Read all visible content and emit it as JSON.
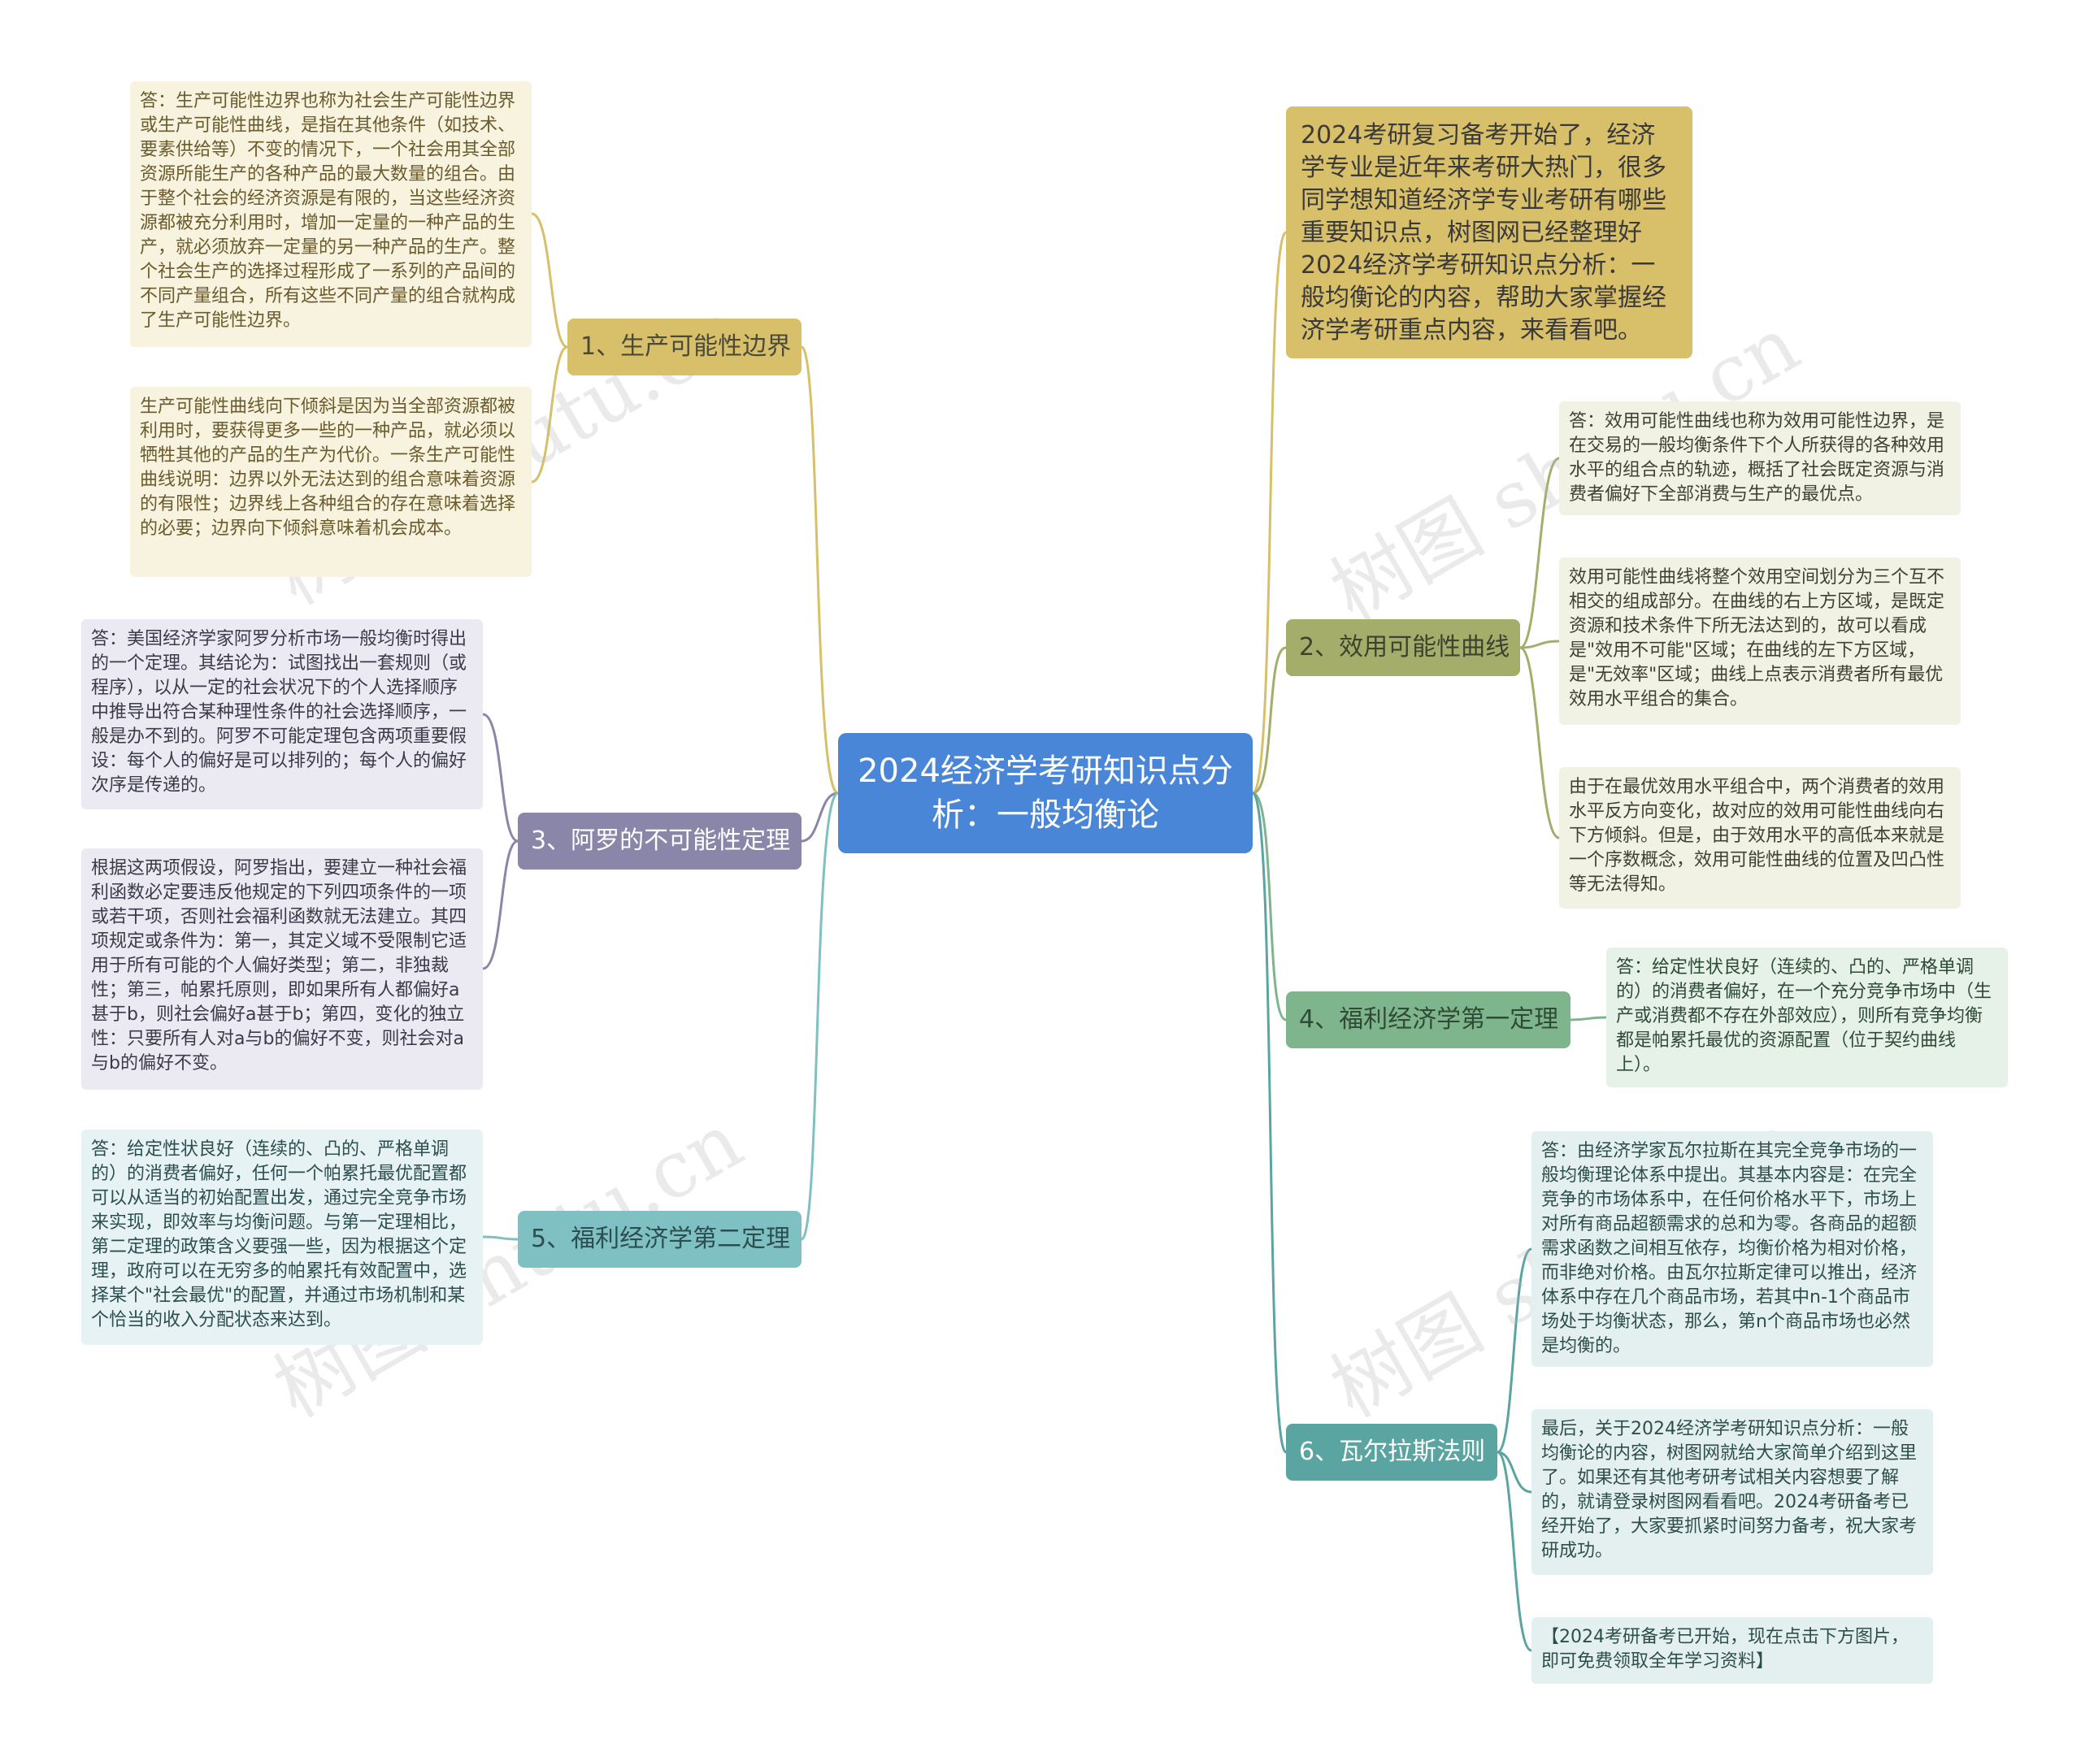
{
  "colors": {
    "root": "#4a86d8",
    "branch1": "#d8bf6a",
    "branch2": "#a5ad6a",
    "branch3": "#8a86aa",
    "branch4": "#7fb58c",
    "branch5": "#7fc0c3",
    "branch6": "#5aa5a1"
  },
  "watermark": "树图 shutu.cn",
  "root": {
    "title": "2024经济学考研知识点分析：一般均衡论"
  },
  "intro": {
    "text": "2024考研复习备考开始了，经济学专业是近年来考研大热门，很多同学想知道经济学专业考研有哪些重要知识点，树图网已经整理好2024经济学考研知识点分析：一般均衡论的内容，帮助大家掌握经济学考研重点内容，来看看吧。"
  },
  "branches": [
    {
      "label": "1、生产可能性边界",
      "leaves": [
        "答：生产可能性边界也称为社会生产可能性边界或生产可能性曲线，是指在其他条件（如技术、要素供给等）不变的情况下，一个社会用其全部资源所能生产的各种产品的最大数量的组合。由于整个社会的经济资源是有限的，当这些经济资源都被充分利用时，增加一定量的一种产品的生产，就必须放弃一定量的另一种产品的生产。整个社会生产的选择过程形成了一系列的产品间的不同产量组合，所有这些不同产量的组合就构成了生产可能性边界。",
        "生产可能性曲线向下倾斜是因为当全部资源都被利用时，要获得更多一些的一种产品，就必须以牺牲其他的产品的生产为代价。一条生产可能性曲线说明：边界以外无法达到的组合意味着资源的有限性；边界线上各种组合的存在意味着选择的必要；边界向下倾斜意味着机会成本。"
      ]
    },
    {
      "label": "2、效用可能性曲线",
      "leaves": [
        "答：效用可能性曲线也称为效用可能性边界，是在交易的一般均衡条件下个人所获得的各种效用水平的组合点的轨迹，概括了社会既定资源与消费者偏好下全部消费与生产的最优点。",
        "效用可能性曲线将整个效用空间划分为三个互不相交的组成部分。在曲线的右上方区域，是既定资源和技术条件下所无法达到的，故可以看成是\"效用不可能\"区域；在曲线的左下方区域，是\"无效率\"区域；曲线上点表示消费者所有最优效用水平组合的集合。",
        "由于在最优效用水平组合中，两个消费者的效用水平反方向变化，故对应的效用可能性曲线向右下方倾斜。但是，由于效用水平的高低本来就是一个序数概念，效用可能性曲线的位置及凹凸性等无法得知。"
      ]
    },
    {
      "label": "3、阿罗的不可能性定理",
      "leaves": [
        "答：美国经济学家阿罗分析市场一般均衡时得出的一个定理。其结论为：试图找出一套规则（或程序），以从一定的社会状况下的个人选择顺序中推导出符合某种理性条件的社会选择顺序，一般是办不到的。阿罗不可能定理包含两项重要假设：每个人的偏好是可以排列的；每个人的偏好次序是传递的。",
        "根据这两项假设，阿罗指出，要建立一种社会福利函数必定要违反他规定的下列四项条件的一项或若干项，否则社会福利函数就无法建立。其四项规定或条件为：第一，其定义域不受限制它适用于所有可能的个人偏好类型；第二，非独裁性；第三，帕累托原则，即如果所有人都偏好a甚于b，则社会偏好a甚于b；第四，变化的独立性：只要所有人对a与b的偏好不变，则社会对a与b的偏好不变。"
      ]
    },
    {
      "label": "4、福利经济学第一定理",
      "leaves": [
        "答：给定性状良好（连续的、凸的、严格单调的）的消费者偏好，在一个充分竞争市场中（生产或消费都不存在外部效应），则所有竞争均衡都是帕累托最优的资源配置（位于契约曲线上）。"
      ]
    },
    {
      "label": "5、福利经济学第二定理",
      "leaves": [
        "答：给定性状良好（连续的、凸的、严格单调的）的消费者偏好，任何一个帕累托最优配置都可以从适当的初始配置出发，通过完全竞争市场来实现，即效率与均衡问题。与第一定理相比，第二定理的政策含义要强一些，因为根据这个定理，政府可以在无穷多的帕累托有效配置中，选择某个\"社会最优\"的配置，并通过市场机制和某个恰当的收入分配状态来达到。"
      ]
    },
    {
      "label": "6、瓦尔拉斯法则",
      "leaves": [
        "答：由经济学家瓦尔拉斯在其完全竞争市场的一般均衡理论体系中提出。其基本内容是：在完全竞争的市场体系中，在任何价格水平下，市场上对所有商品超额需求的总和为零。各商品的超额需求函数之间相互依存，均衡价格为相对价格，而非绝对价格。由瓦尔拉斯定律可以推出，经济体系中存在几个商品市场，若其中n-1个商品市场处于均衡状态，那么，第n个商品市场也必然是均衡的。",
        "最后，关于2024经济学考研知识点分析：一般均衡论的内容，树图网就给大家简单介绍到这里了。如果还有其他考研考试相关内容想要了解的，就请登录树图网看看吧。2024考研备考已经开始了，大家要抓紧时间努力备考，祝大家考研成功。",
        "【2024考研备考已开始，现在点击下方图片，即可免费领取全年学习资料】"
      ]
    }
  ]
}
